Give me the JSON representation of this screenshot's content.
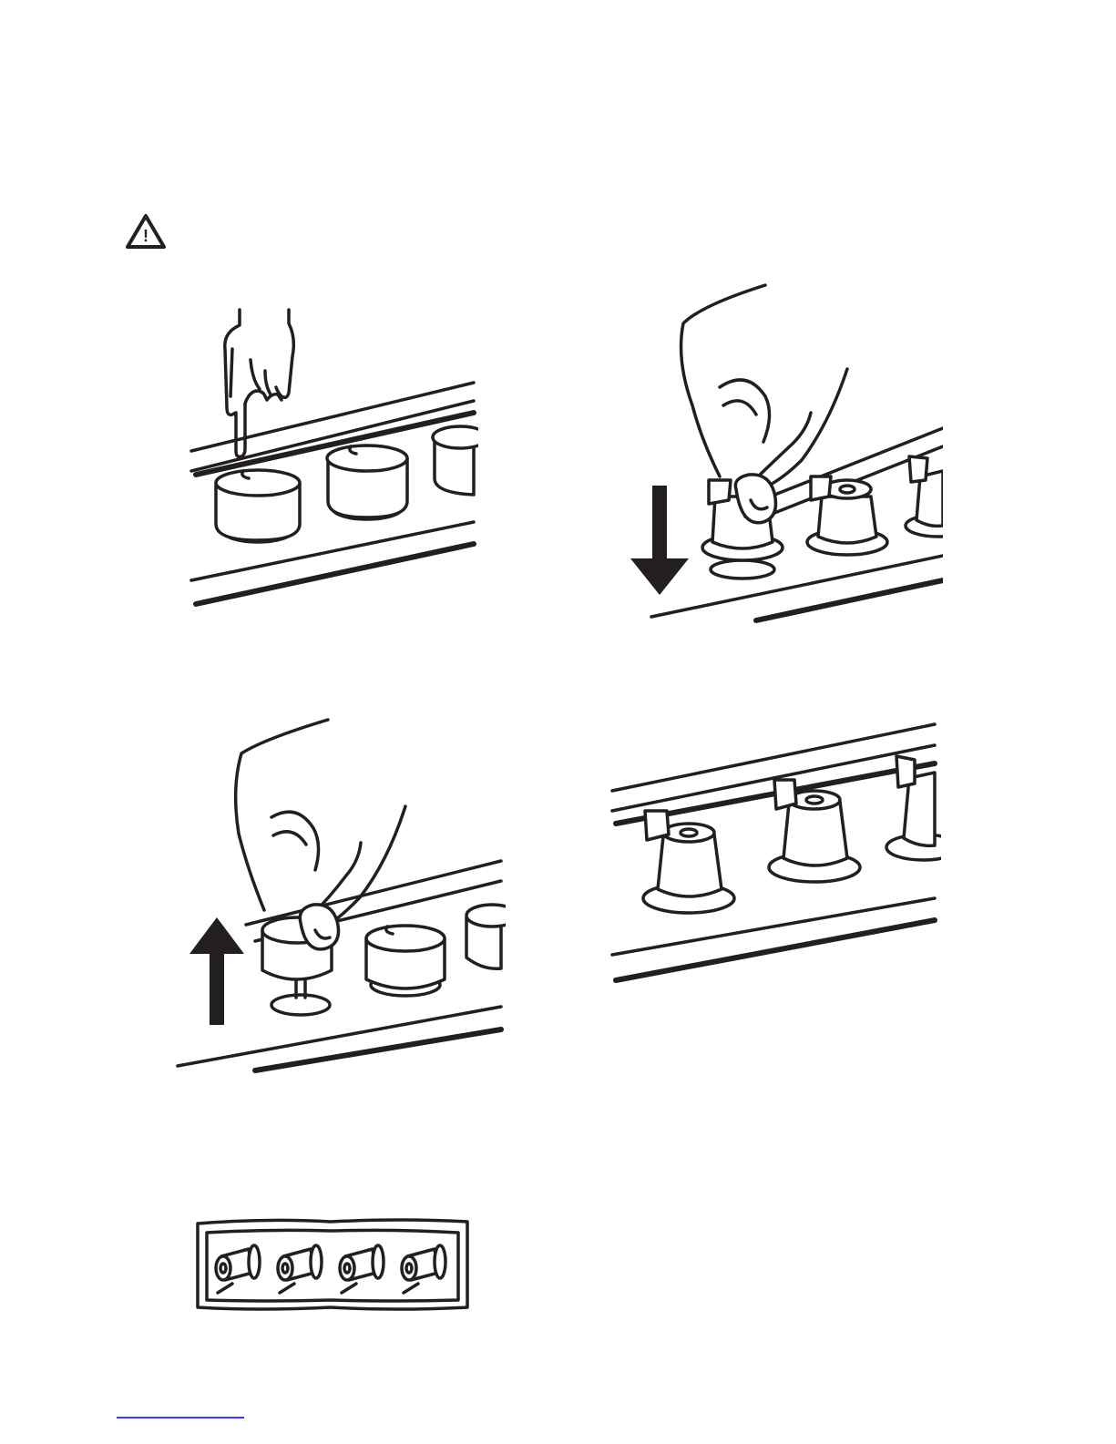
{
  "warning_icon": {
    "name": "warning-triangle-icon",
    "glyph": "!"
  },
  "figures": [
    {
      "name": "figure-press-knob",
      "icon": "pointing-finger-icon"
    },
    {
      "name": "figure-push-adapter-down",
      "icon": "arrow-down-icon"
    },
    {
      "name": "figure-pull-knob-up",
      "icon": "arrow-up-icon"
    },
    {
      "name": "figure-adapters-fitted"
    },
    {
      "name": "figure-adapters-package"
    }
  ],
  "colors": {
    "ink": "#231f20",
    "background": "#ffffff"
  }
}
